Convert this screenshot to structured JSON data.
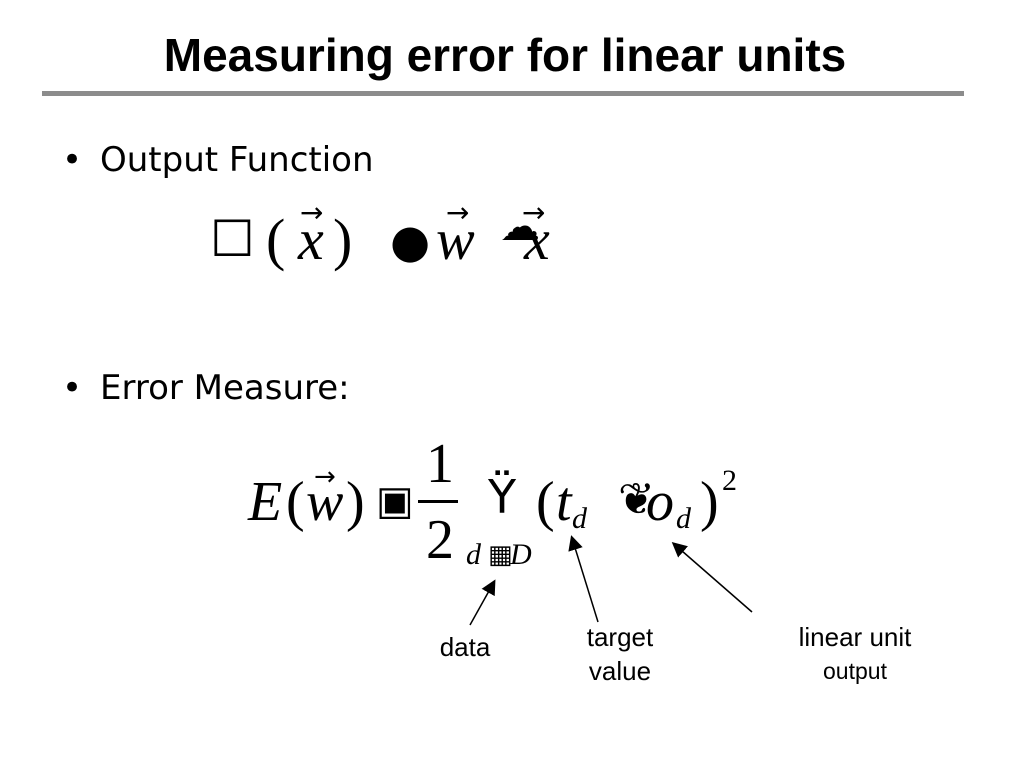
{
  "slide": {
    "title": "Measuring error for linear units"
  },
  "bullets": [
    {
      "text": "Output Function"
    },
    {
      "text": "Error Measure:"
    }
  ],
  "output_formula": {
    "lhs_symbol_glyph": "☐",
    "paren_open": "(",
    "x": "x",
    "paren_close": ")",
    "op1_glyph": "●",
    "w": "w",
    "op2_glyph": "☁",
    "x2": "x",
    "arrow_glyph": "→"
  },
  "error_formula": {
    "E": "E",
    "paren_open": "(",
    "w": "w",
    "paren_close": ")",
    "equals_glyph": "▣",
    "numerator": "1",
    "denominator": "2",
    "sum_glyph": "Ÿ",
    "sum_index_d": "d",
    "sum_in_glyph": "▦",
    "sum_set": "D",
    "open": "(",
    "t": "t",
    "t_sub": "d",
    "minus_glyph": "❦",
    "o": "o",
    "o_sub": "d",
    "close": ")",
    "exponent": "2"
  },
  "annotations": {
    "data": "data",
    "target_line1": "target",
    "target_line2": "value",
    "linear_line1": "linear unit",
    "linear_line2": "output"
  }
}
